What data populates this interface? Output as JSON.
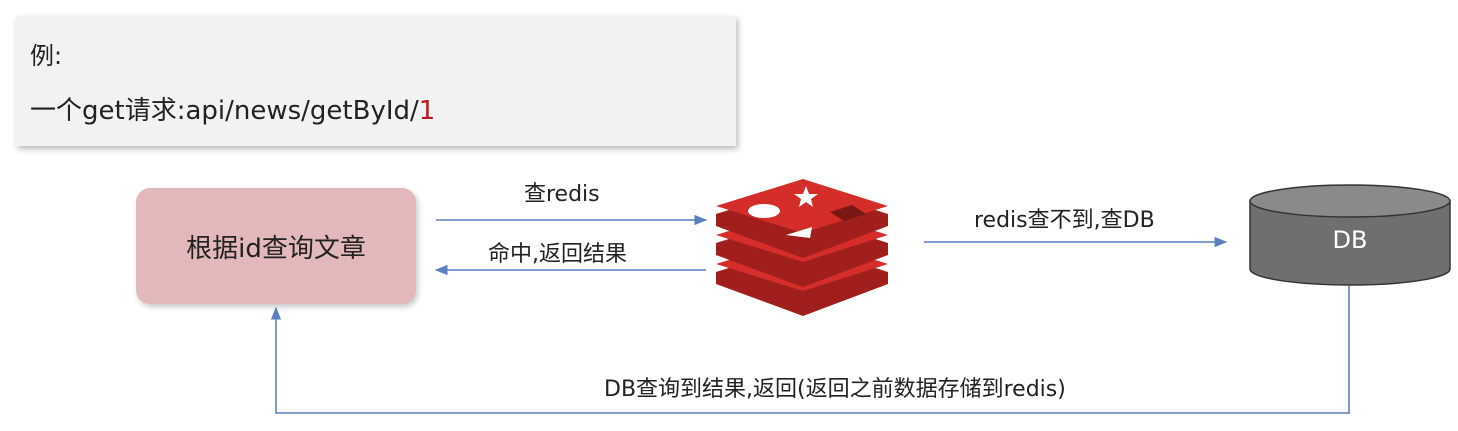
{
  "example": {
    "title": "例:",
    "request_prefix": "一个get请求:api/news/getById/",
    "request_id": "1"
  },
  "nodes": {
    "query_article": "根据id查询文章",
    "db": "DB",
    "redis_icon": "redis-logo-icon"
  },
  "edges": {
    "query_redis": "查redis",
    "hit_return": "命中,返回结果",
    "redis_miss": "redis查不到,查DB",
    "db_return": "DB查询到结果,返回(返回之前数据存储到redis)"
  },
  "colors": {
    "arrow": "#5b7fbf",
    "redis_red": "#d42d2a",
    "db_gray": "#6f6f6f",
    "query_box": "#e2b8bb",
    "highlight": "#c0171e"
  }
}
